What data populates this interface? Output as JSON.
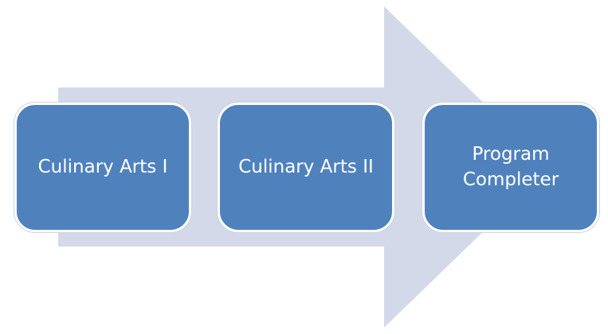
{
  "diagram": {
    "type": "process-flow",
    "colors": {
      "arrow": "#d3d9e8",
      "box": "#4f81bd",
      "box_border": "#ffffff",
      "text": "#ffffff"
    },
    "steps": [
      {
        "label": "Culinary Arts I"
      },
      {
        "label": "Culinary Arts II"
      },
      {
        "label": "Program\nCompleter"
      }
    ]
  }
}
